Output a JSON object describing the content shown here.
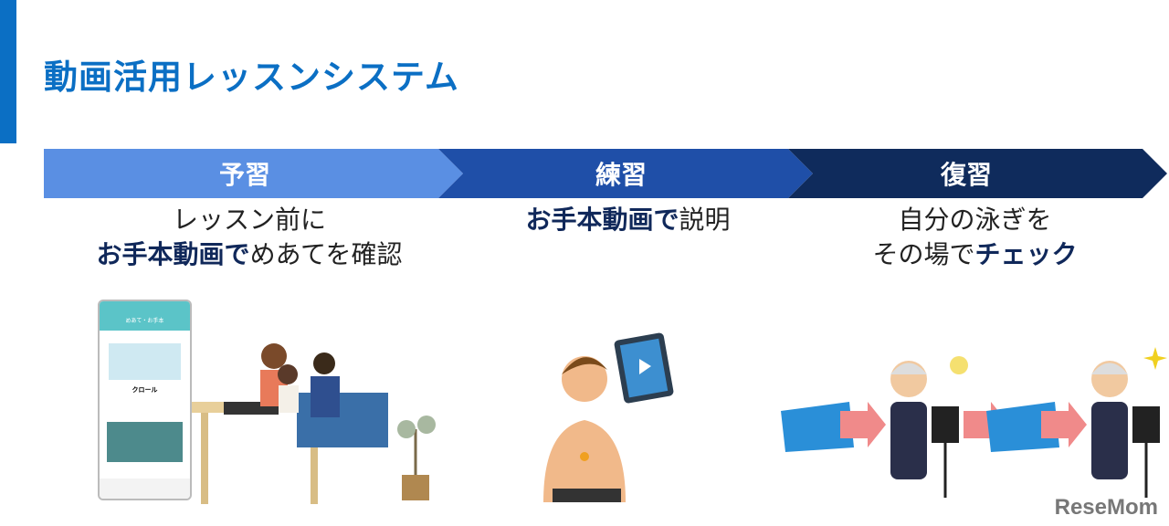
{
  "title": "動画活用レッスンシステム",
  "steps": [
    {
      "label": "予習",
      "line1": "レッスン前に",
      "line2_bold": "お手本動画で",
      "line2_rest": "めあてを確認",
      "color": "#5a8fe3"
    },
    {
      "label": "練習",
      "line1_bold": "お手本動画で",
      "line1_rest": "説明",
      "color": "#1f4fa8"
    },
    {
      "label": "復習",
      "line1": "自分の泳ぎを",
      "line2_rest": "その場で",
      "line2_bold": "チェック",
      "color": "#0f2b5c"
    }
  ],
  "phone": {
    "header": "めあて・お手本",
    "stroke": "クロール"
  },
  "watermark": "ReseMom"
}
